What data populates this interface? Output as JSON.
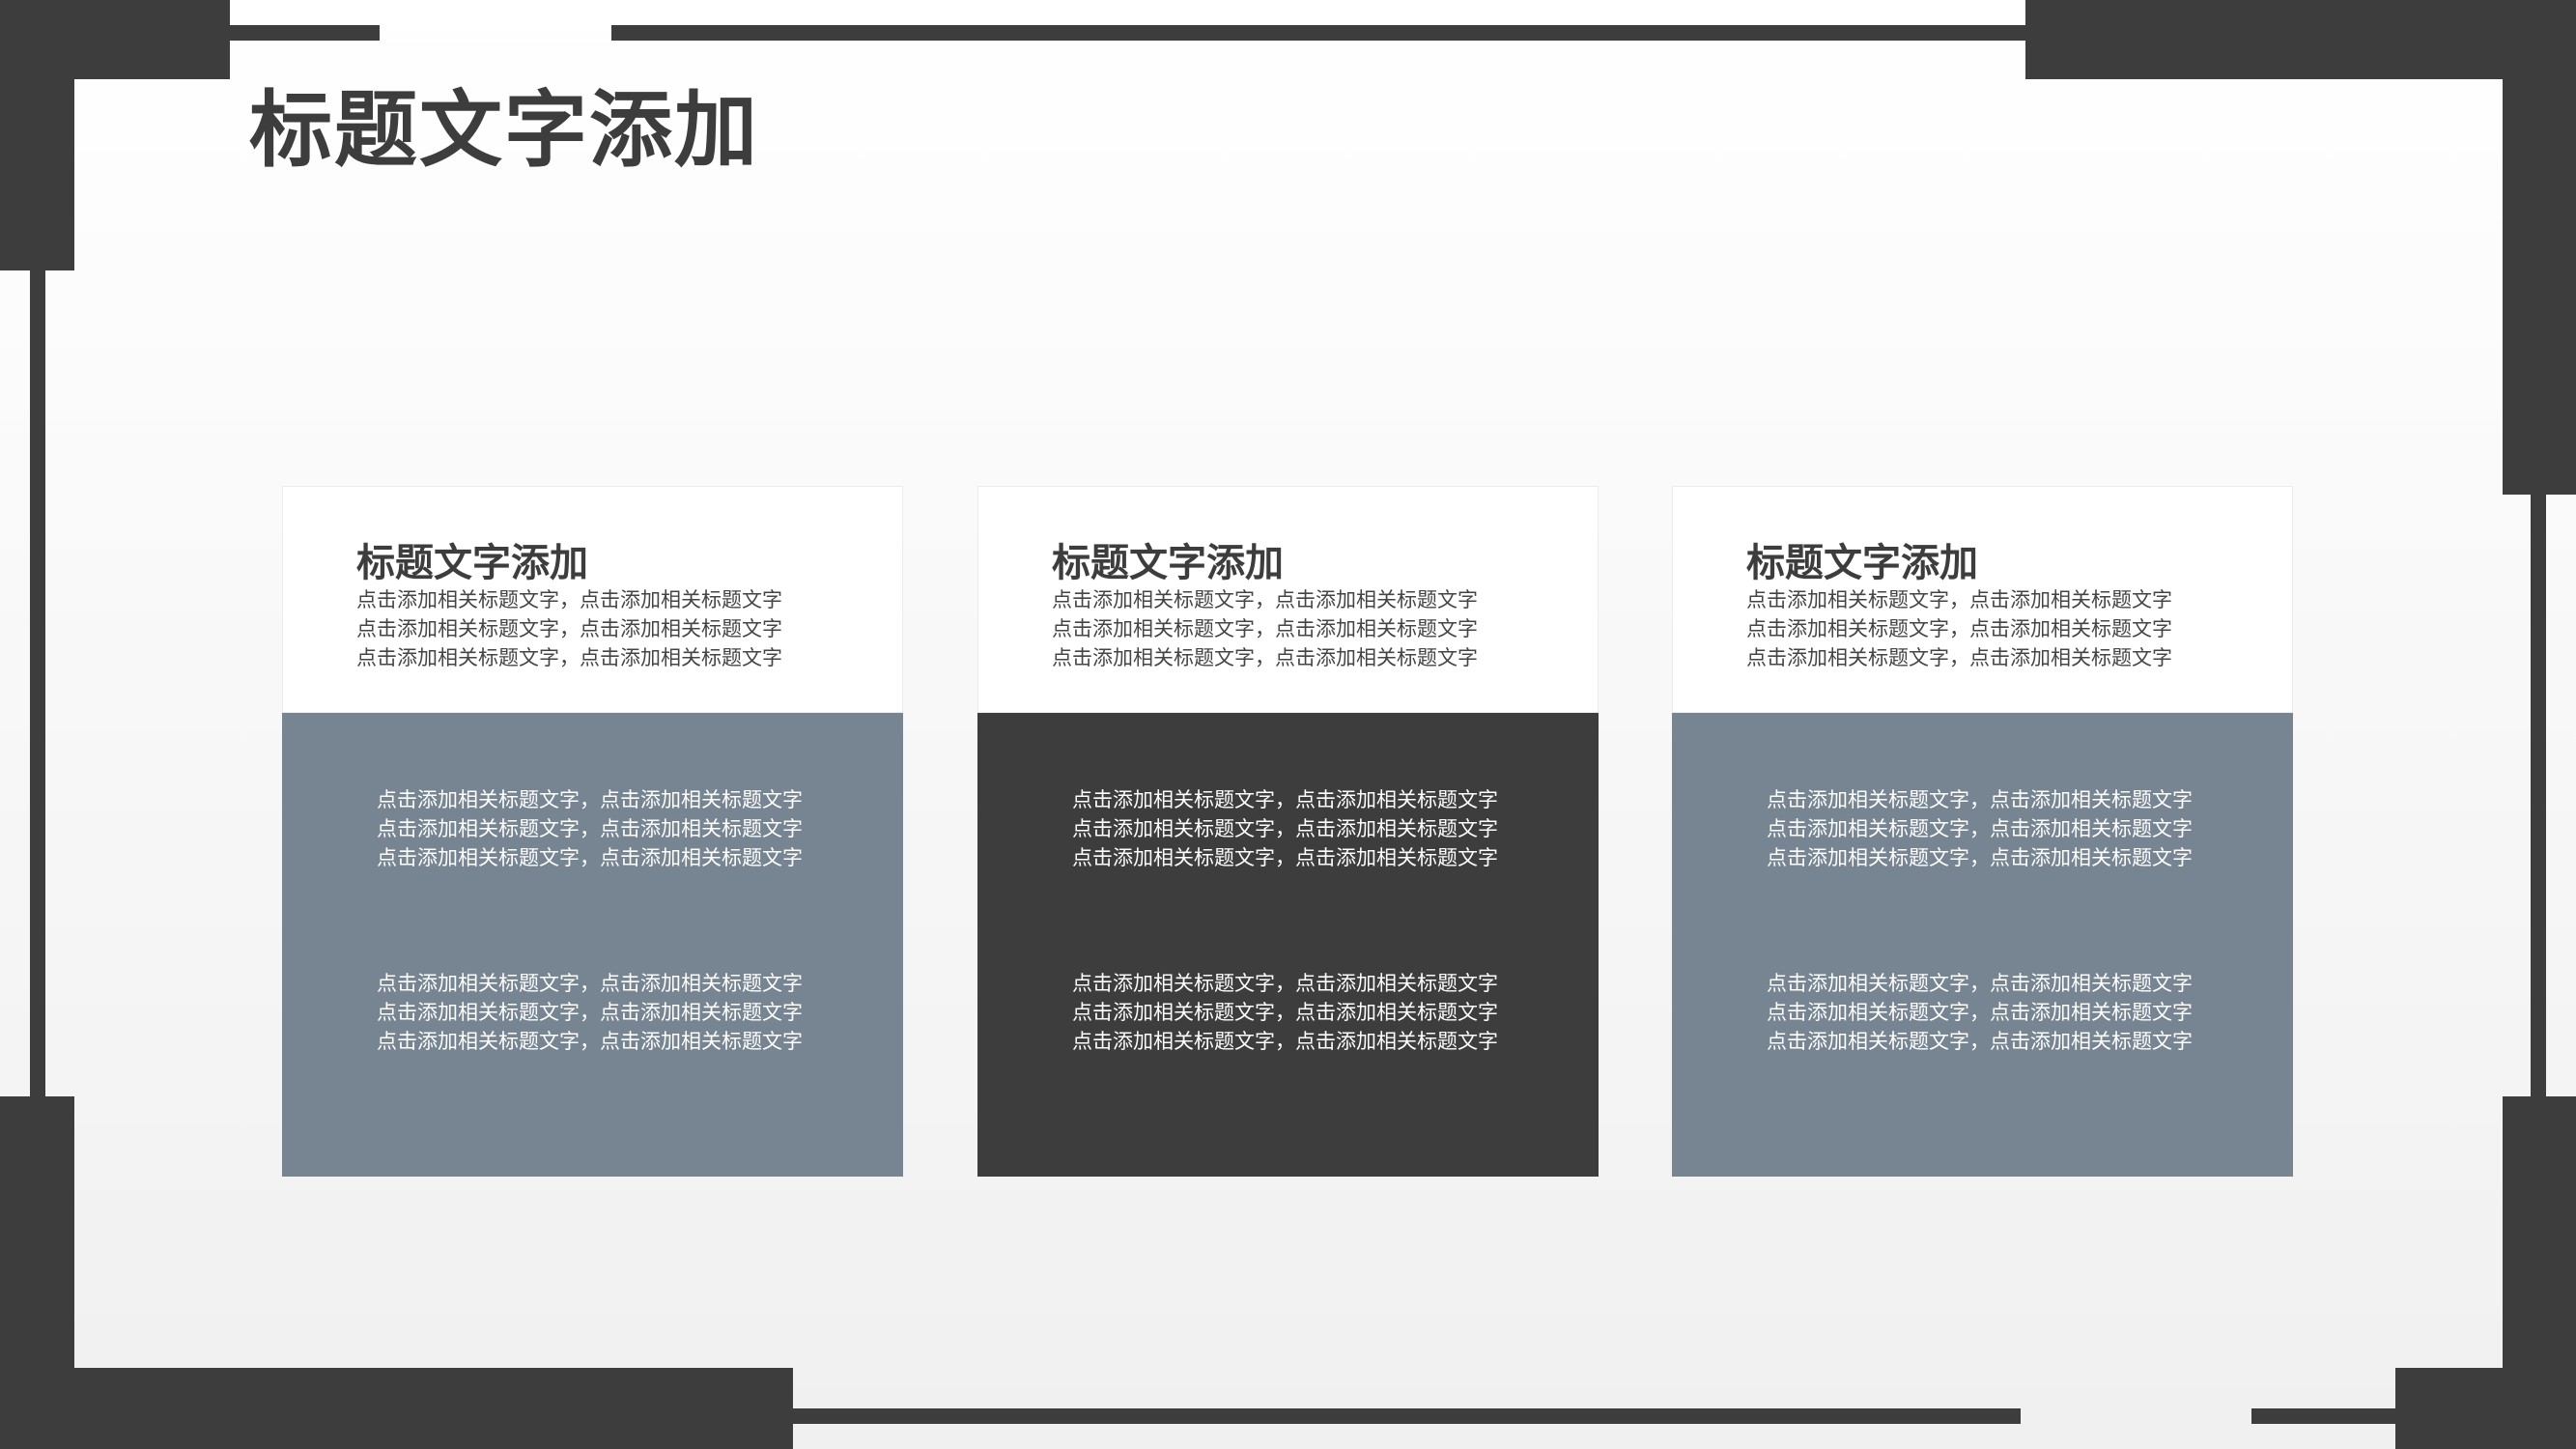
{
  "slide": {
    "title": "标题文字添加",
    "colors": {
      "frame": "#3d3d3d",
      "slate": "#778593",
      "dark": "#3d3d3d",
      "background": "#f5f5f5"
    }
  },
  "cards": [
    {
      "heading": "标题文字添加",
      "desc": [
        "点击添加相关标题文字，点击添加相关标题文字",
        "点击添加相关标题文字，点击添加相关标题文字",
        "点击添加相关标题文字，点击添加相关标题文字"
      ],
      "body1": [
        "点击添加相关标题文字，点击添加相关标题文字",
        "点击添加相关标题文字，点击添加相关标题文字",
        "点击添加相关标题文字，点击添加相关标题文字"
      ],
      "body2": [
        "点击添加相关标题文字，点击添加相关标题文字",
        "点击添加相关标题文字，点击添加相关标题文字",
        "点击添加相关标题文字，点击添加相关标题文字"
      ]
    },
    {
      "heading": "标题文字添加",
      "desc": [
        "点击添加相关标题文字，点击添加相关标题文字",
        "点击添加相关标题文字，点击添加相关标题文字",
        "点击添加相关标题文字，点击添加相关标题文字"
      ],
      "body1": [
        "点击添加相关标题文字，点击添加相关标题文字",
        "点击添加相关标题文字，点击添加相关标题文字",
        "点击添加相关标题文字，点击添加相关标题文字"
      ],
      "body2": [
        "点击添加相关标题文字，点击添加相关标题文字",
        "点击添加相关标题文字，点击添加相关标题文字",
        "点击添加相关标题文字，点击添加相关标题文字"
      ]
    },
    {
      "heading": "标题文字添加",
      "desc": [
        "点击添加相关标题文字，点击添加相关标题文字",
        "点击添加相关标题文字，点击添加相关标题文字",
        "点击添加相关标题文字，点击添加相关标题文字"
      ],
      "body1": [
        "点击添加相关标题文字，点击添加相关标题文字",
        "点击添加相关标题文字，点击添加相关标题文字",
        "点击添加相关标题文字，点击添加相关标题文字"
      ],
      "body2": [
        "点击添加相关标题文字，点击添加相关标题文字",
        "点击添加相关标题文字，点击添加相关标题文字",
        "点击添加相关标题文字，点击添加相关标题文字"
      ]
    }
  ]
}
